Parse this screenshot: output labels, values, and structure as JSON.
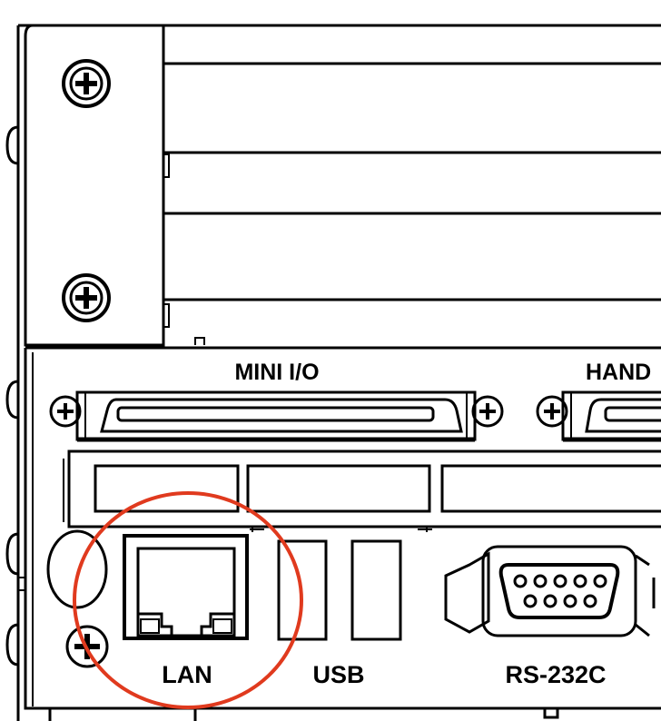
{
  "labels": {
    "mini_io": "MINI I/O",
    "hand": "HAND",
    "lan": "LAN",
    "usb": "USB",
    "rs232c": "RS-232C"
  },
  "highlight": {
    "target": "LAN",
    "color": "#e03a1e"
  }
}
